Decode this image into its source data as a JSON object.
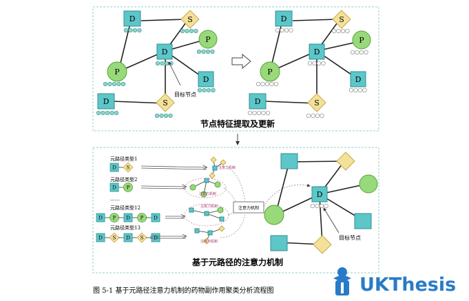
{
  "colors": {
    "square": "#5cc6c8",
    "square_stroke": "#2f8f93",
    "circle": "#98d97a",
    "circle_stroke": "#5aa23c",
    "diamond": "#f3e19a",
    "diamond_stroke": "#c9a84a",
    "panel_border": "#8fd3c8",
    "edge": "#222222",
    "dot_fill": "#8fd4cc",
    "dot_empty": "#ffffff",
    "dot_stroke": "#8a8a8a",
    "attention_text": "#a3386b",
    "brand_blue": "#1e74c6"
  },
  "node_letters": {
    "drug": "D",
    "side_effect": "S",
    "protein": "P"
  },
  "top_panel": {
    "caption": "节点特征提取及更新",
    "target_node_label": "目标节点"
  },
  "bottom_panel": {
    "caption": "基于元路径的注意力机制",
    "target_node_label": "目标节点",
    "attention_box_label": "注意力机制",
    "attention_small_label": "注意力机制",
    "ellipsis": "……",
    "metapaths": [
      {
        "label": "元路径类型1",
        "nodes": [
          "D",
          "S"
        ]
      },
      {
        "label": "元路径类型2",
        "nodes": [
          "D",
          "P"
        ]
      },
      {
        "label": "元路径类型12",
        "nodes": [
          "D",
          "P",
          "D",
          "P",
          "D"
        ]
      },
      {
        "label": "元路径类型13",
        "nodes": [
          "D",
          "S",
          "D",
          "S",
          "D"
        ]
      }
    ]
  },
  "figure_caption": "图 5-1  基于元路径注意力机制的药物副作用聚类分析流程图",
  "watermark": {
    "brand": "UKThesis"
  }
}
